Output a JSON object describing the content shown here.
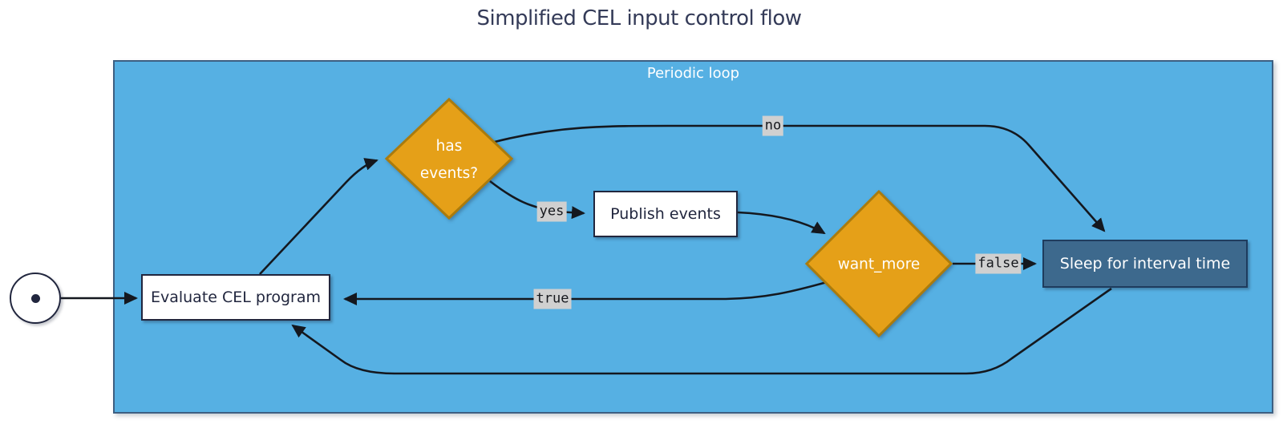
{
  "title": "Simplified CEL input control flow",
  "container": {
    "label": "Periodic loop"
  },
  "nodes": {
    "evaluate": {
      "label": "Evaluate CEL program"
    },
    "has_events": {
      "line1": "has",
      "line2": "events?"
    },
    "publish": {
      "label": "Publish events"
    },
    "want_more": {
      "label": "want_more"
    },
    "sleep": {
      "label": "Sleep for interval time"
    }
  },
  "edge_labels": {
    "no": "no",
    "yes": "yes",
    "false": "false",
    "true": "true"
  },
  "colors": {
    "canvas_bg": "#ffffff",
    "title_color": "#343B58",
    "container_fill": "#56B0E3",
    "container_border": "#3D5F82",
    "container_label_color": "#ffffff",
    "node_fill": "#ffffff",
    "node_border": "#21263E",
    "node_text": "#21263E",
    "decision_fill": "#E5A018",
    "decision_border": "#AA7B0D",
    "decision_text": "#ffffff",
    "sleep_fill": "#3D698D",
    "sleep_border": "#1E3C5E",
    "sleep_text": "#ffffff",
    "edge_color": "#14181F",
    "edge_label_bg": "#D0D0D0",
    "edge_label_text": "#16181D"
  }
}
